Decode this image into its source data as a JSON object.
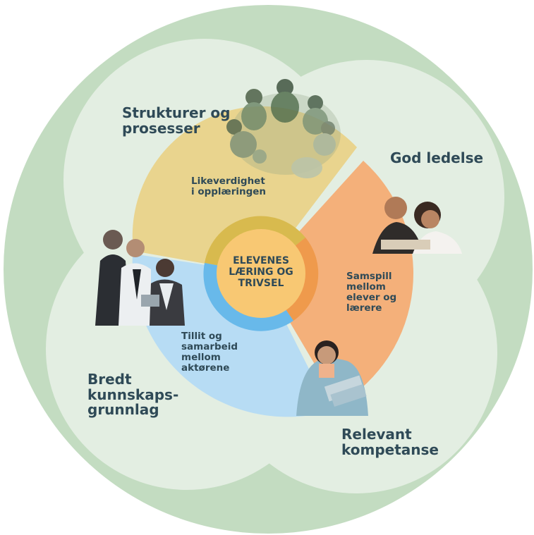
{
  "center": {
    "lines": [
      "ELEVENES",
      "LÆRING OG",
      "TRIVSEL"
    ]
  },
  "inner_sectors": [
    {
      "id": "likeverdighet",
      "lines": [
        "Likeverdighet",
        "i opplæringen"
      ],
      "color": "#e9d48e"
    },
    {
      "id": "samspill",
      "lines": [
        "Samspill",
        "mellom",
        "elever og",
        "lærere"
      ],
      "color": "#f4b07a"
    },
    {
      "id": "tillit",
      "lines": [
        "Tillit og",
        "samarbeid",
        "mellom",
        "aktørene"
      ],
      "color": "#b7dcf4"
    }
  ],
  "outer_areas": [
    {
      "id": "strukturer",
      "lines": [
        "Strukturer og",
        "prosesser"
      ]
    },
    {
      "id": "ledelse",
      "lines": [
        "God ledelse"
      ]
    },
    {
      "id": "kompetanse",
      "lines": [
        "Relevant",
        "kompetanse"
      ]
    },
    {
      "id": "kunnskap",
      "lines": [
        "Bredt",
        "kunnskaps-",
        "grunnlag"
      ]
    }
  ],
  "colors": {
    "outer_circle": "#c3dcc1",
    "petals": "#e3eee2",
    "text": "#2f4a57",
    "core_inner": "#f8c873",
    "core_ring_yellow": "#d8ba4e",
    "core_ring_orange": "#ef9a4c",
    "core_ring_blue": "#68b9ea"
  }
}
